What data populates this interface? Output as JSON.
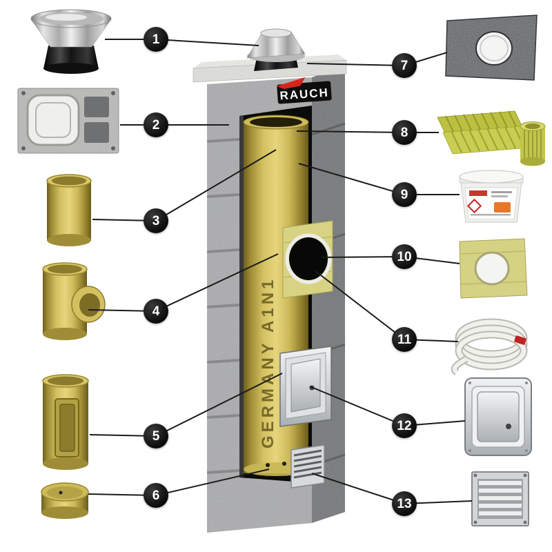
{
  "diagram": {
    "brand_logo": "RAUCH",
    "pipe_marking": "GERMANY A1N1",
    "colors": {
      "accent_red": "#d8251c",
      "pipe_yellow": "#d2c061",
      "insulation_green": "#b8bc3f",
      "concrete_grey": "#a8a9ab",
      "badge_black": "#0d0d0d"
    },
    "callouts": [
      {
        "number": "1",
        "part": "stainless-steel-chimney-cap"
      },
      {
        "number": "2",
        "part": "concrete-chimney-block"
      },
      {
        "number": "3",
        "part": "ceramic-flue-pipe"
      },
      {
        "number": "4",
        "part": "ceramic-tee-section"
      },
      {
        "number": "5",
        "part": "ceramic-inspection-pipe"
      },
      {
        "number": "6",
        "part": "condensate-base"
      },
      {
        "number": "7",
        "part": "cover-plate"
      },
      {
        "number": "8",
        "part": "mineral-wool-insulation"
      },
      {
        "number": "9",
        "part": "mortar-bucket"
      },
      {
        "number": "10",
        "part": "wall-plate-with-opening"
      },
      {
        "number": "11",
        "part": "sealing-rope"
      },
      {
        "number": "12",
        "part": "inspection-door"
      },
      {
        "number": "13",
        "part": "ventilation-grille"
      }
    ]
  }
}
